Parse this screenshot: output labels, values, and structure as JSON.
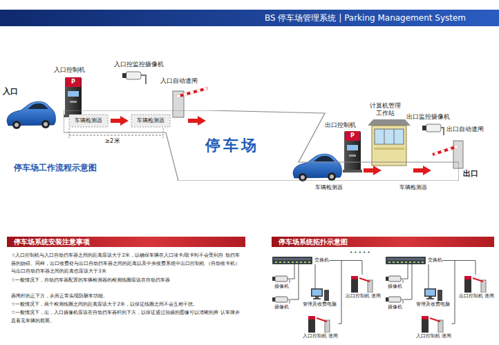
{
  "diagram": {
    "title": "BS 停车场管理系统 | Parking Management System",
    "nodes": [
      {
        "text": [
          "停车场"
        ]
      },
      {
        "text": [
          "停车场系统安装注意事项"
        ]
      },
      {
        "text": [
          "停车场系统拓扑示意图"
        ]
      },
      {
        "text": [
          "交换机"
        ]
      },
      {
        "text": [
          "摄像机"
        ]
      },
      {
        "text": [
          "摄像机"
        ]
      },
      {
        "text": [
          "管理及收费电脑"
        ]
      },
      {
        "text": [
          "出口控制机 道闸"
        ]
      },
      {
        "text": [
          "入口控制机 道闸"
        ]
      },
      {
        "text": [
          "交换机"
        ]
      },
      {
        "text": [
          "摄像机"
        ]
      },
      {
        "text": [
          "摄像机"
        ]
      },
      {
        "text": [
          "管理及收费电脑"
        ]
      },
      {
        "text": [
          "出口控制机 道闸"
        ]
      },
      {
        "text": [
          "入口控制机 道闸"
        ]
      }
    ],
    "edges": [
      {
        "from": 3,
        "to": 4,
        "arrow": "none"
      },
      {
        "from": 3,
        "to": 5,
        "arrow": "none"
      },
      {
        "from": 3,
        "to": 6,
        "arrow": "none"
      },
      {
        "from": 3,
        "to": 7,
        "arrow": "none"
      },
      {
        "from": 3,
        "to": 8,
        "arrow": "none"
      },
      {
        "from": 9,
        "to": 10,
        "arrow": "none"
      },
      {
        "from": 9,
        "to": 11,
        "arrow": "none"
      },
      {
        "from": 9,
        "to": 12,
        "arrow": "none"
      },
      {
        "from": 9,
        "to": 13,
        "arrow": "none"
      },
      {
        "from": 9,
        "to": 14,
        "arrow": "none"
      }
    ],
    "labels": [
      "入口",
      "入口控制机",
      "P",
      "入口控监控摄像机",
      "入口自动道闸",
      "车辆检测器",
      "车辆检测器",
      "≥2米",
      "停车场工作流程示意图",
      "出口控制机",
      "P",
      "计算机管理 工作站",
      "出口监控摄像机",
      "出口自动道闸",
      "车辆检测器",
      "车辆检测器",
      "出口",
      "☆入口控制机与入口自动挡车器之间的距离应该大于2米，以确保车辆在入口读卡/取卡时不会受到自 动挡车器的妨碍。同样，出口收费处与出口自动挡车器之间的距离以及中央收费系统中出口控制机 （自动收卡机）与出口自动挡车器之间的距离也应该大于3米",
      "☆一般情况下，自动挡车器配置的车辆检测器的检测线圈应该在自动挡车器",
      "器闸杆的正下方，从而正常实现防砸车功能。",
      "☆一般情况下，两个检测线圈之间的距离应该大于2米，以保证线圈之间不会互相干扰。",
      "☆一般情况下，出，入口摄像机应该在自动挡车器杆的下方，以保证通过拍摄的图像可以清晰的辨 认车牌并且看见车辆的前面。",
      "• • • • •"
    ]
  }
}
